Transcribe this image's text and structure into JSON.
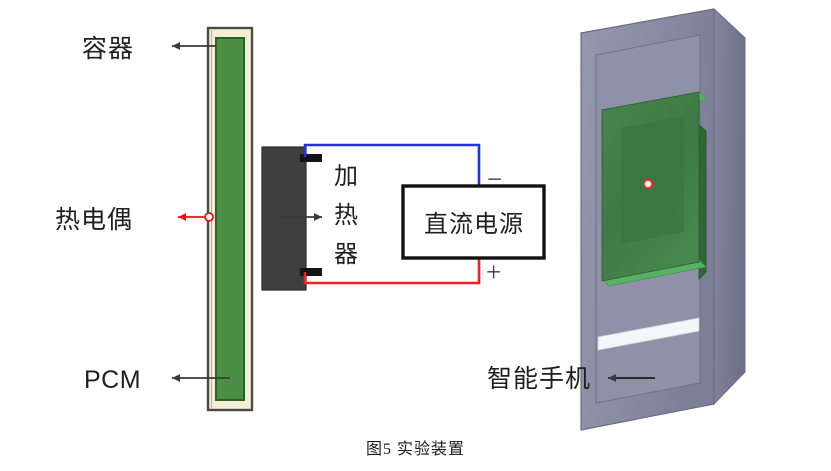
{
  "figure": {
    "caption": "图5 实验装置",
    "caption_label": "图5",
    "caption_title": "实验装置"
  },
  "labels": {
    "container": "容器",
    "thermocouple": "热电偶",
    "pcm": "PCM",
    "heater": "加热器",
    "power_supply": "直流电源",
    "smartphone": "智能手机",
    "terminal_negative": "−",
    "terminal_positive": "+"
  },
  "components": {
    "container": {
      "name": "容器",
      "outer_border_color": "#4a4a48",
      "wall_color": "#f4efd4",
      "pcm_fill_color": "#4a8f43",
      "pcm_border_color": "#2f5f2c"
    },
    "heater": {
      "name": "加热器",
      "body_color": "#3f3f3f",
      "terminal_color": "#141414"
    },
    "power_supply": {
      "name": "直流电源",
      "border_color": "#111111",
      "fill_color": "#ffffff"
    },
    "smartphone": {
      "name": "智能手机",
      "body_color": "#8b8da6",
      "body_light_color": "#f2f4f6",
      "screen_panel_color": "#3e7a46",
      "screen_edge_color": "#6fcf7a",
      "sensor_dot_color": "#ffffff",
      "sensor_ring_color": "#e03030"
    }
  },
  "wires": {
    "negative_wire_color": "#2233dd",
    "positive_wire_color": "#ee2222",
    "negative_label": "−",
    "positive_label": "+"
  },
  "annotations": {
    "arrow_color": "#3a3a3a",
    "thermocouple_arrow_color": "#ee1111",
    "thermocouple_marker": "open-circle"
  }
}
